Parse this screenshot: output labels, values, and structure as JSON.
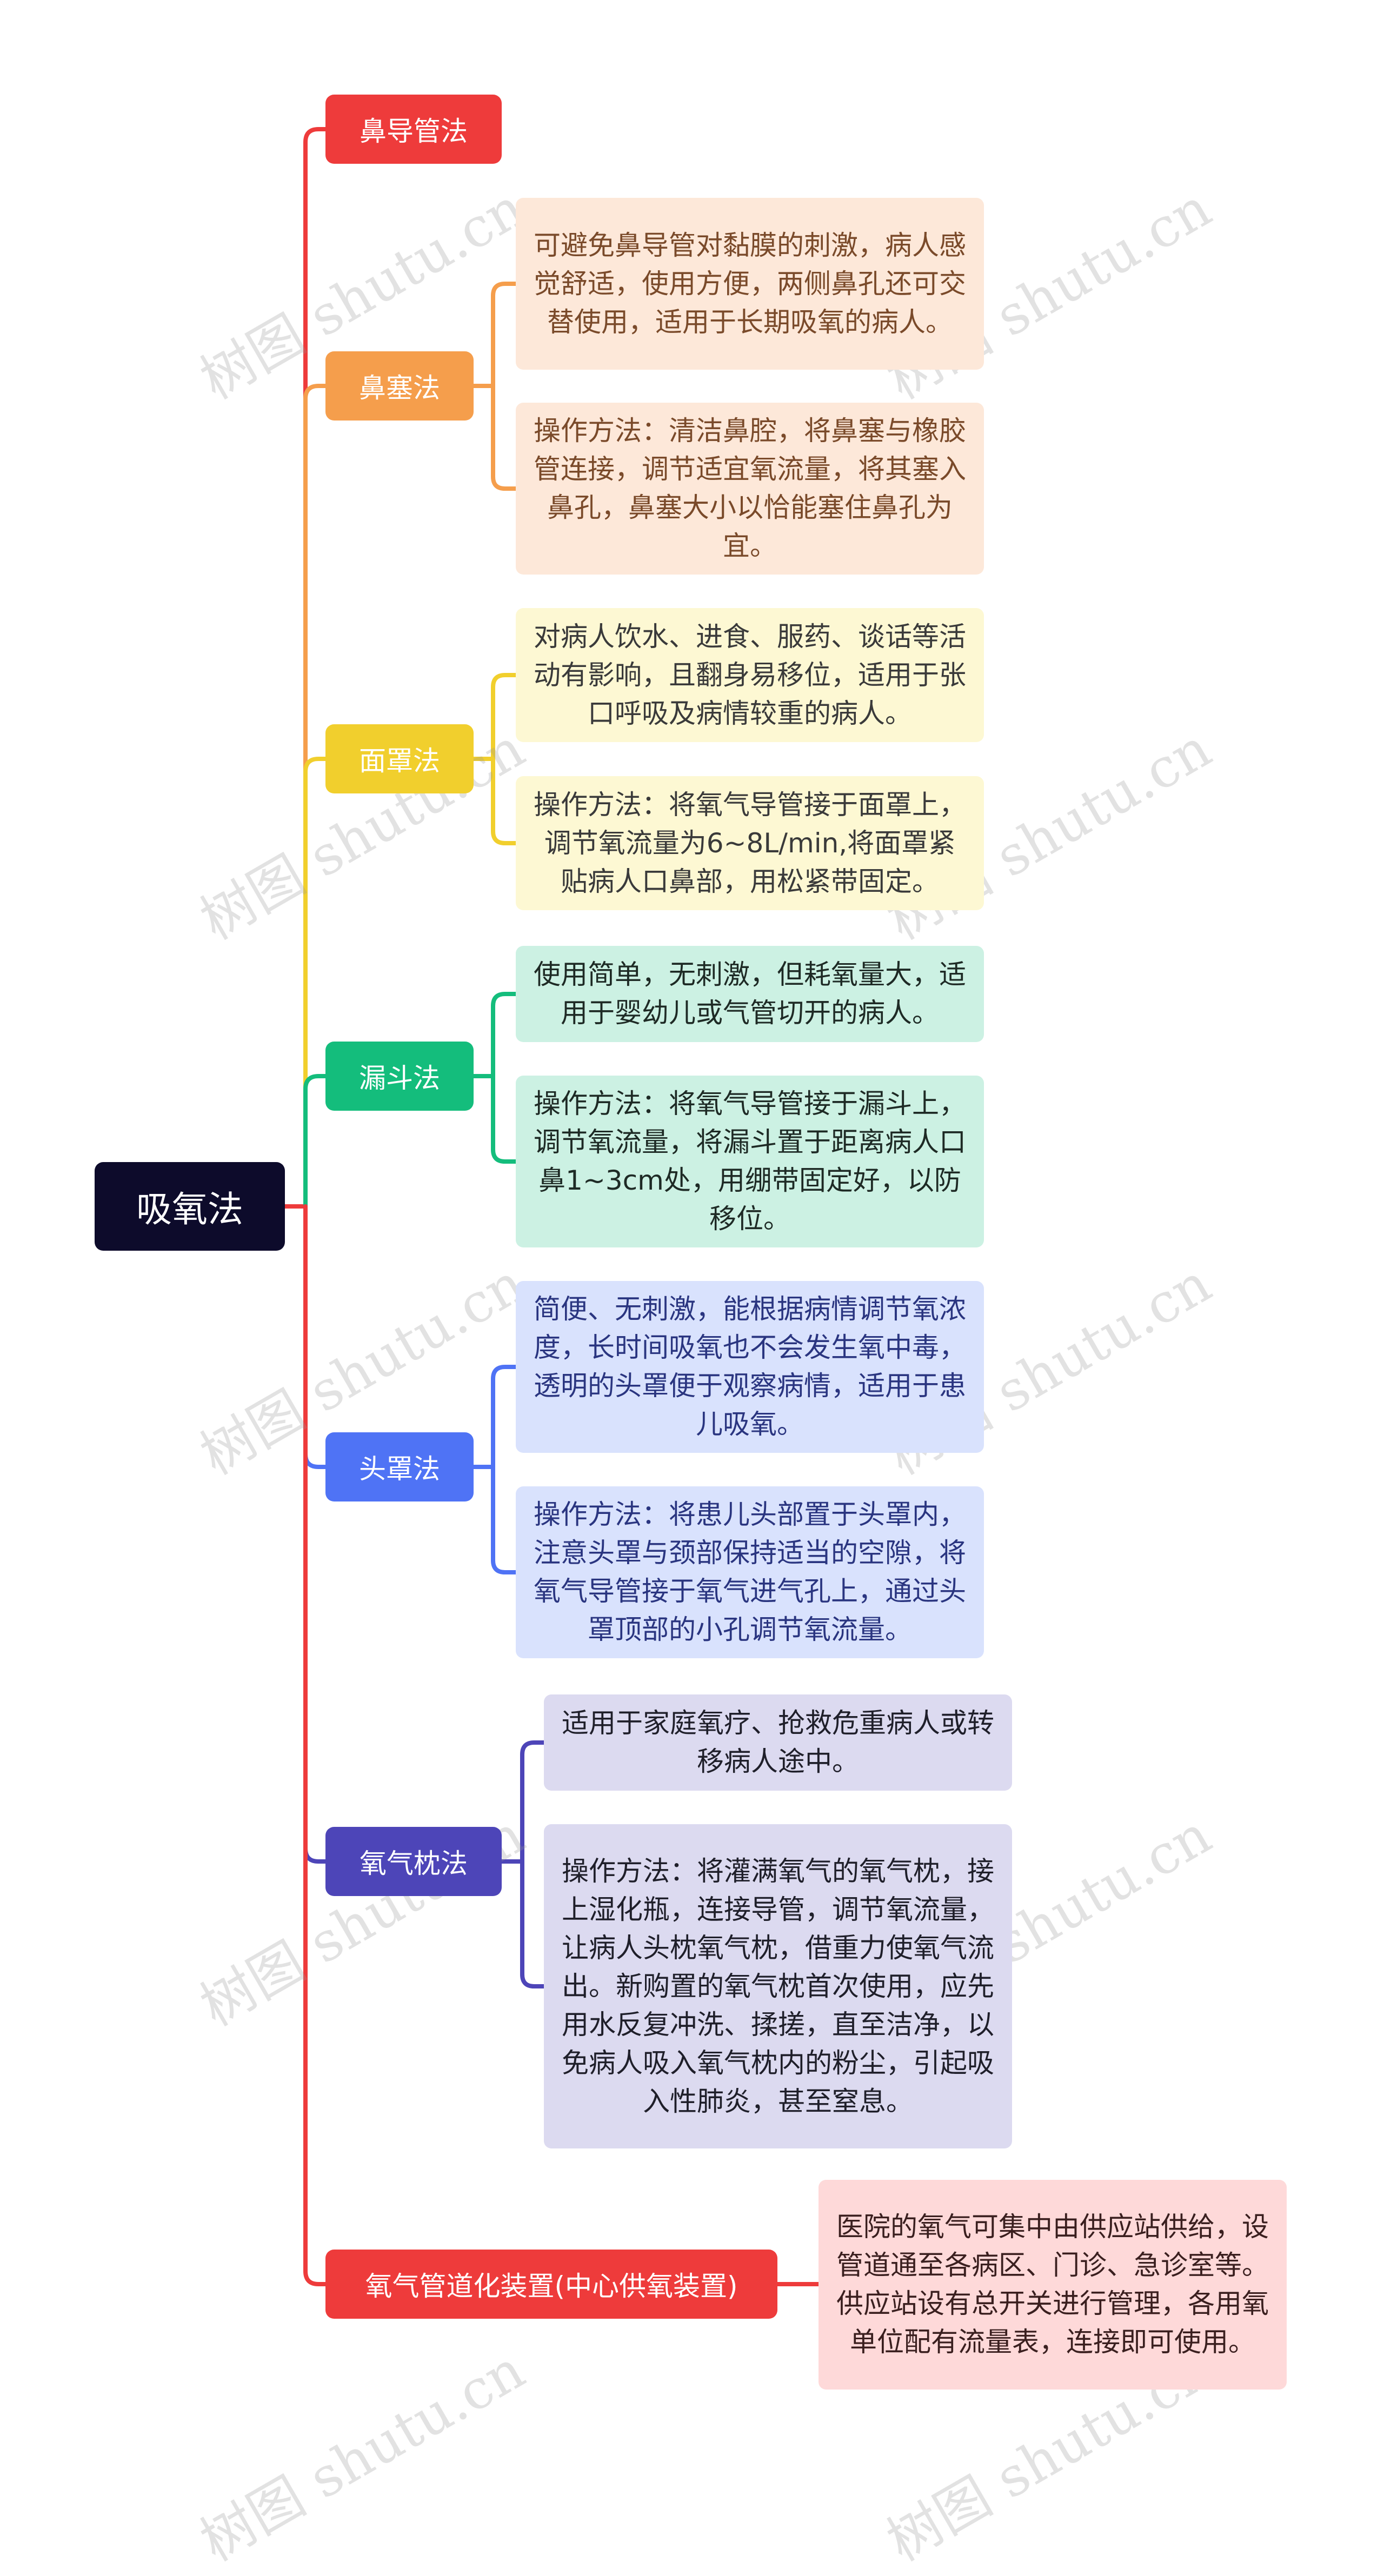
{
  "root": {
    "label": "吸氧法"
  },
  "colors": {
    "root": "#0d0b2b",
    "b1": "#ee3b3b",
    "b2": "#f59e4c",
    "b3": "#f1cf2d",
    "b4": "#14bd7c",
    "b5": "#4f73f5",
    "b6": "#4d45b8",
    "b7": "#ee3b3b",
    "l2": "#fde8d9",
    "l3": "#fdf8d3",
    "l4": "#ccf1e3",
    "l5": "#d9e2fd",
    "l6": "#dcdaf0",
    "l7": "#fed9d9"
  },
  "branches": [
    {
      "label": "鼻导管法",
      "color": "#ee3b3b",
      "leaves": []
    },
    {
      "label": "鼻塞法",
      "color": "#f59e4c",
      "leaf_bg": "#fde8d9",
      "leaf_text": "#7a4a2a",
      "leaves": [
        "可避免鼻导管对黏膜的刺激，病人感觉舒适，使用方便，两侧鼻孔还可交替使用，适用于长期吸氧的病人。",
        "操作方法：清洁鼻腔，将鼻塞与橡胶管连接，调节适宜氧流量，将其塞入鼻孔，鼻塞大小以恰能塞住鼻孔为宜。"
      ]
    },
    {
      "label": "面罩法",
      "color": "#f1cf2d",
      "leaf_bg": "#fdf8d3",
      "leaf_text": "#3a3a3a",
      "leaves": [
        "对病人饮水、进食、服药、谈话等活动有影响，且翻身易移位，适用于张口呼吸及病情较重的病人。",
        "操作方法：将氧气导管接于面罩上，调节氧流量为6~8L/min,将面罩紧贴病人口鼻部，用松紧带固定。"
      ]
    },
    {
      "label": "漏斗法",
      "color": "#14bd7c",
      "leaf_bg": "#ccf1e3",
      "leaf_text": "#1e2a25",
      "leaves": [
        "使用简单，无刺激，但耗氧量大，适用于婴幼儿或气管切开的病人。",
        "操作方法：将氧气导管接于漏斗上，调节氧流量，将漏斗置于距离病人口鼻1~3cm处，用绷带固定好，以防移位。"
      ]
    },
    {
      "label": "头罩法",
      "color": "#4f73f5",
      "leaf_bg": "#d9e2fd",
      "leaf_text": "#2a3580",
      "leaves": [
        "简便、无刺激，能根据病情调节氧浓度，长时间吸氧也不会发生氧中毒，透明的头罩便于观察病情，适用于患儿吸氧。",
        "操作方法：将患儿头部置于头罩内，注意头罩与颈部保持适当的空隙，将氧气导管接于氧气进气孔上，通过头罩顶部的小孔调节氧流量。"
      ]
    },
    {
      "label": "氧气枕法",
      "color": "#4d45b8",
      "leaf_bg": "#dcdaf0",
      "leaf_text": "#1f1f2a",
      "leaves": [
        "适用于家庭氧疗、抢救危重病人或转移病人途中。",
        "操作方法：将灌满氧气的氧气枕，接上湿化瓶，连接导管，调节氧流量，让病人头枕氧气枕，借重力使氧气流出。新购置的氧气枕首次使用，应先用水反复冲洗、揉搓，直至洁净，以免病人吸入氧气枕内的粉尘，引起吸入性肺炎，甚至窒息。"
      ]
    },
    {
      "label": "氧气管道化装置(中心供氧装置)",
      "color": "#ee3b3b",
      "leaf_bg": "#fed9d9",
      "leaf_text": "#3a1f1f",
      "leaves": [
        "医院的氧气可集中由供应站供给，设管道通至各病区、门诊、急诊室等。供应站设有总开关进行管理，各用氧单位配有流量表，连接即可使用。"
      ]
    }
  ],
  "watermark": "树图 shutu.cn"
}
